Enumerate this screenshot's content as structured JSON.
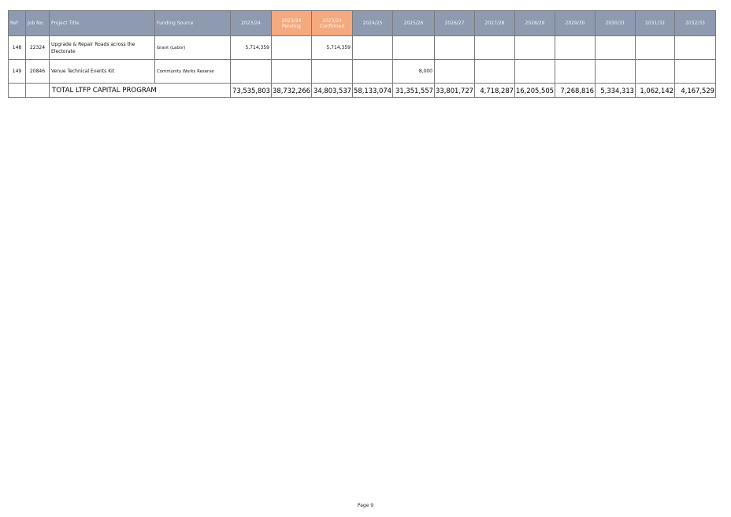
{
  "table": {
    "headers": [
      "Ref",
      "Job No.",
      "Project Title",
      "Funding Source",
      "2023/24",
      "2023/24 Pending",
      "2023/24 Confirmed",
      "2024/25",
      "2025/26",
      "2026/27",
      "2027/28",
      "2028/29",
      "2029/30",
      "2030/31",
      "2031/32",
      "2032/33"
    ],
    "accent_header_color": "#f4a97f",
    "header_color": "#8e9ab0",
    "rows": [
      {
        "ref": "148",
        "job": "22324",
        "title": "Upgrade & Repair Roads across the Electorate",
        "funding": "Grant (Labor)",
        "values": [
          "5,714,359",
          "",
          "5,714,359",
          "",
          "",
          "",
          "",
          "",
          "",
          "",
          "",
          ""
        ]
      },
      {
        "ref": "149",
        "job": "20846",
        "title": "Venue Technical Events Kit",
        "funding": "Community Works Reserve",
        "values": [
          "",
          "",
          "",
          "",
          "8,000",
          "",
          "",
          "",
          "",
          "",
          "",
          ""
        ]
      }
    ],
    "total": {
      "label": "TOTAL LTFP CAPITAL PROGRAM",
      "values": [
        "73,535,803",
        "38,732,266",
        "34,803,537",
        "58,133,074",
        "31,351,557",
        "33,801,727",
        "4,718,287",
        "16,205,505",
        "7,268,816",
        "5,334,313",
        "1,062,142",
        "4,167,529"
      ]
    }
  },
  "footer": {
    "page": "Page 9"
  }
}
